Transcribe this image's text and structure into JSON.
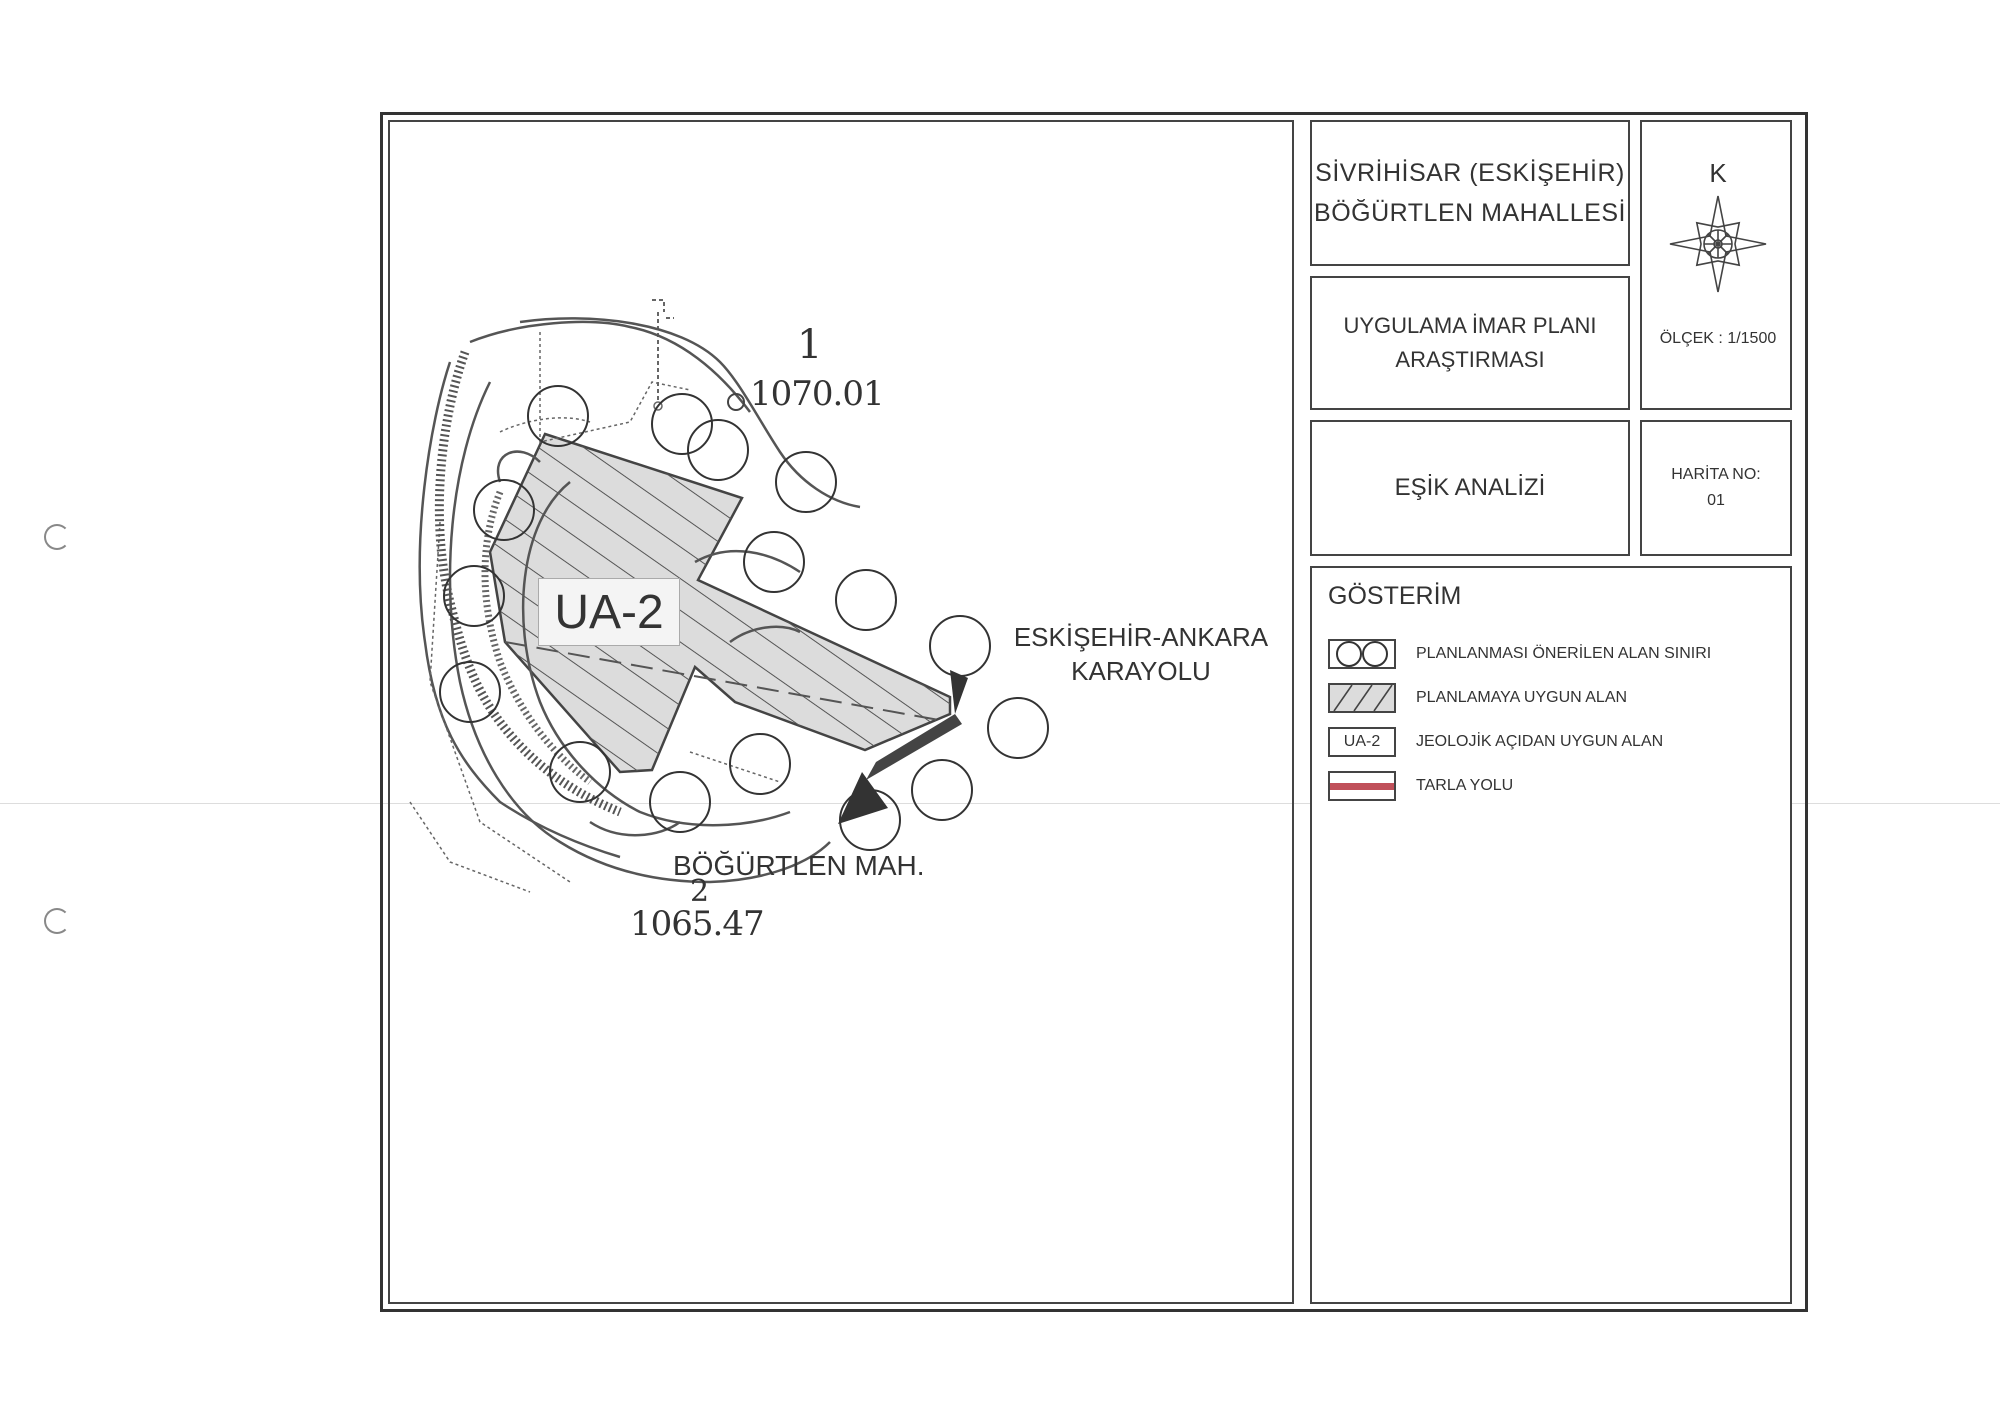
{
  "title_block": {
    "line1": "SİVRİHİSAR (ESKİŞEHİR)",
    "line2": "BÖĞÜRTLEN MAHALLESİ"
  },
  "plan_block": {
    "line1": "UYGULAMA İMAR PLANI",
    "line2": "ARAŞTIRMASI"
  },
  "analysis_block": {
    "title": "EŞİK ANALİZİ"
  },
  "compass": {
    "north_letter": "K",
    "scale": "ÖLÇEK : 1/1500"
  },
  "map_number": {
    "label": "HARİTA NO:",
    "value": "01"
  },
  "legend": {
    "title": "GÖSTERİM",
    "items": [
      {
        "symbol": "double-circle-icon",
        "label": "PLANLANMASI ÖNERİLEN ALAN SINIRI"
      },
      {
        "symbol": "hatch-icon",
        "label": "PLANLAMAYA UYGUN ALAN"
      },
      {
        "symbol": "UA-2",
        "label": "JEOLOJİK AÇIDAN UYGUN ALAN"
      },
      {
        "symbol": "road-line-icon",
        "label": "TARLA YOLU"
      }
    ],
    "road_color": "#c0505a"
  },
  "map": {
    "area_label": "UA-2",
    "point1_number": "1",
    "point1_elevation": "1070.01",
    "point2_number": "2",
    "point2_elevation": "1065.47",
    "road_label_line1": "ESKİŞEHİR-ANKARA",
    "road_label_line2": "KARAYOLU",
    "village_label": "BÖĞÜRTLEN MAH."
  }
}
